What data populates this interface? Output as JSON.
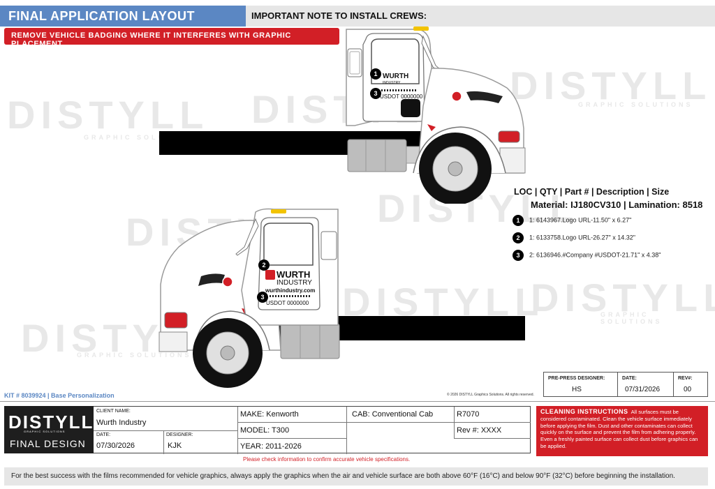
{
  "header": {
    "title": "FINAL APPLICATION LAYOUT",
    "note_title": "IMPORTANT NOTE TO INSTALL CREWS:",
    "banner": "REMOVE VEHICLE BADGING WHERE IT INTERFERES WITH GRAPHIC PLACEMENT"
  },
  "watermark": {
    "brand": "DISTYLL",
    "tagline": "GRAPHIC SOLUTIONS"
  },
  "graphics": {
    "brand_name": "WURTH",
    "brand_sub": "INDUSTRY",
    "website": "wurthindustry.com",
    "usdot": "USDOT 0000000",
    "callouts": [
      "1",
      "2",
      "3"
    ]
  },
  "legend": {
    "title": "LOC | QTY | Part # | Description | Size",
    "material": "Material: IJ180CV310 | Lamination: 8518",
    "items": [
      {
        "num": "1",
        "text": "1: 6143967.Logo URL-11.50\" x 6.27\""
      },
      {
        "num": "2",
        "text": "1: 6133758.Logo URL-26.27\" x 14.32\""
      },
      {
        "num": "3",
        "text": "2: 6136946.#Company #USDOT-21.71\" x 4.38\""
      }
    ]
  },
  "prepress": {
    "designer_label": "PRE-PRESS DESIGNER:",
    "designer": "HS",
    "date_label": "DATE:",
    "date": "07/31/2026",
    "rev_label": "REV#:",
    "rev": "00"
  },
  "kit": "KIT # 8039924 | Base Personalization",
  "copyright": "© 2026 DISTYLL Graphics Solutions.  All rights reserved.",
  "logo": {
    "brand": "DISTYLL",
    "tagline": "GRAPHIC SOLUTIONS",
    "label": "FINAL DESIGN"
  },
  "title_block": {
    "client_label": "CLIENT NAME:",
    "client": "Wurth Industry",
    "date_label": "DATE:",
    "date": "07/30/2026",
    "designer_label": "DESIGNER:",
    "designer": "KJK",
    "make": "MAKE: Kenworth",
    "model": "MODEL: T300",
    "year": "YEAR: 2011-2026",
    "cab": "CAB: Conventional Cab",
    "code": "R7070",
    "rev": "Rev #:  XXXX"
  },
  "check_note": "Please check information to confirm accurate vehicle specifications.",
  "cleaning": {
    "title": "CLEANING INSTRUCTIONS",
    "text": "All surfaces must be considered contaminated. Clean the vehicle surface immediately before applying the film. Dust and other contaminates can collect quickly on the surface and prevent the film from adhering properly. Even a freshly painted surface can collect dust before graphics can be applied."
  },
  "footer": "For the best success with the films recommended for vehicle graphics, always apply the graphics when the air and vehicle surface are both above 60°F (16°C) and below 90°F (32°C) before beginning the installation.",
  "colors": {
    "accent_blue": "#5b87c3",
    "alert_red": "#d21f26",
    "logo_bg": "#1e1e1e"
  }
}
